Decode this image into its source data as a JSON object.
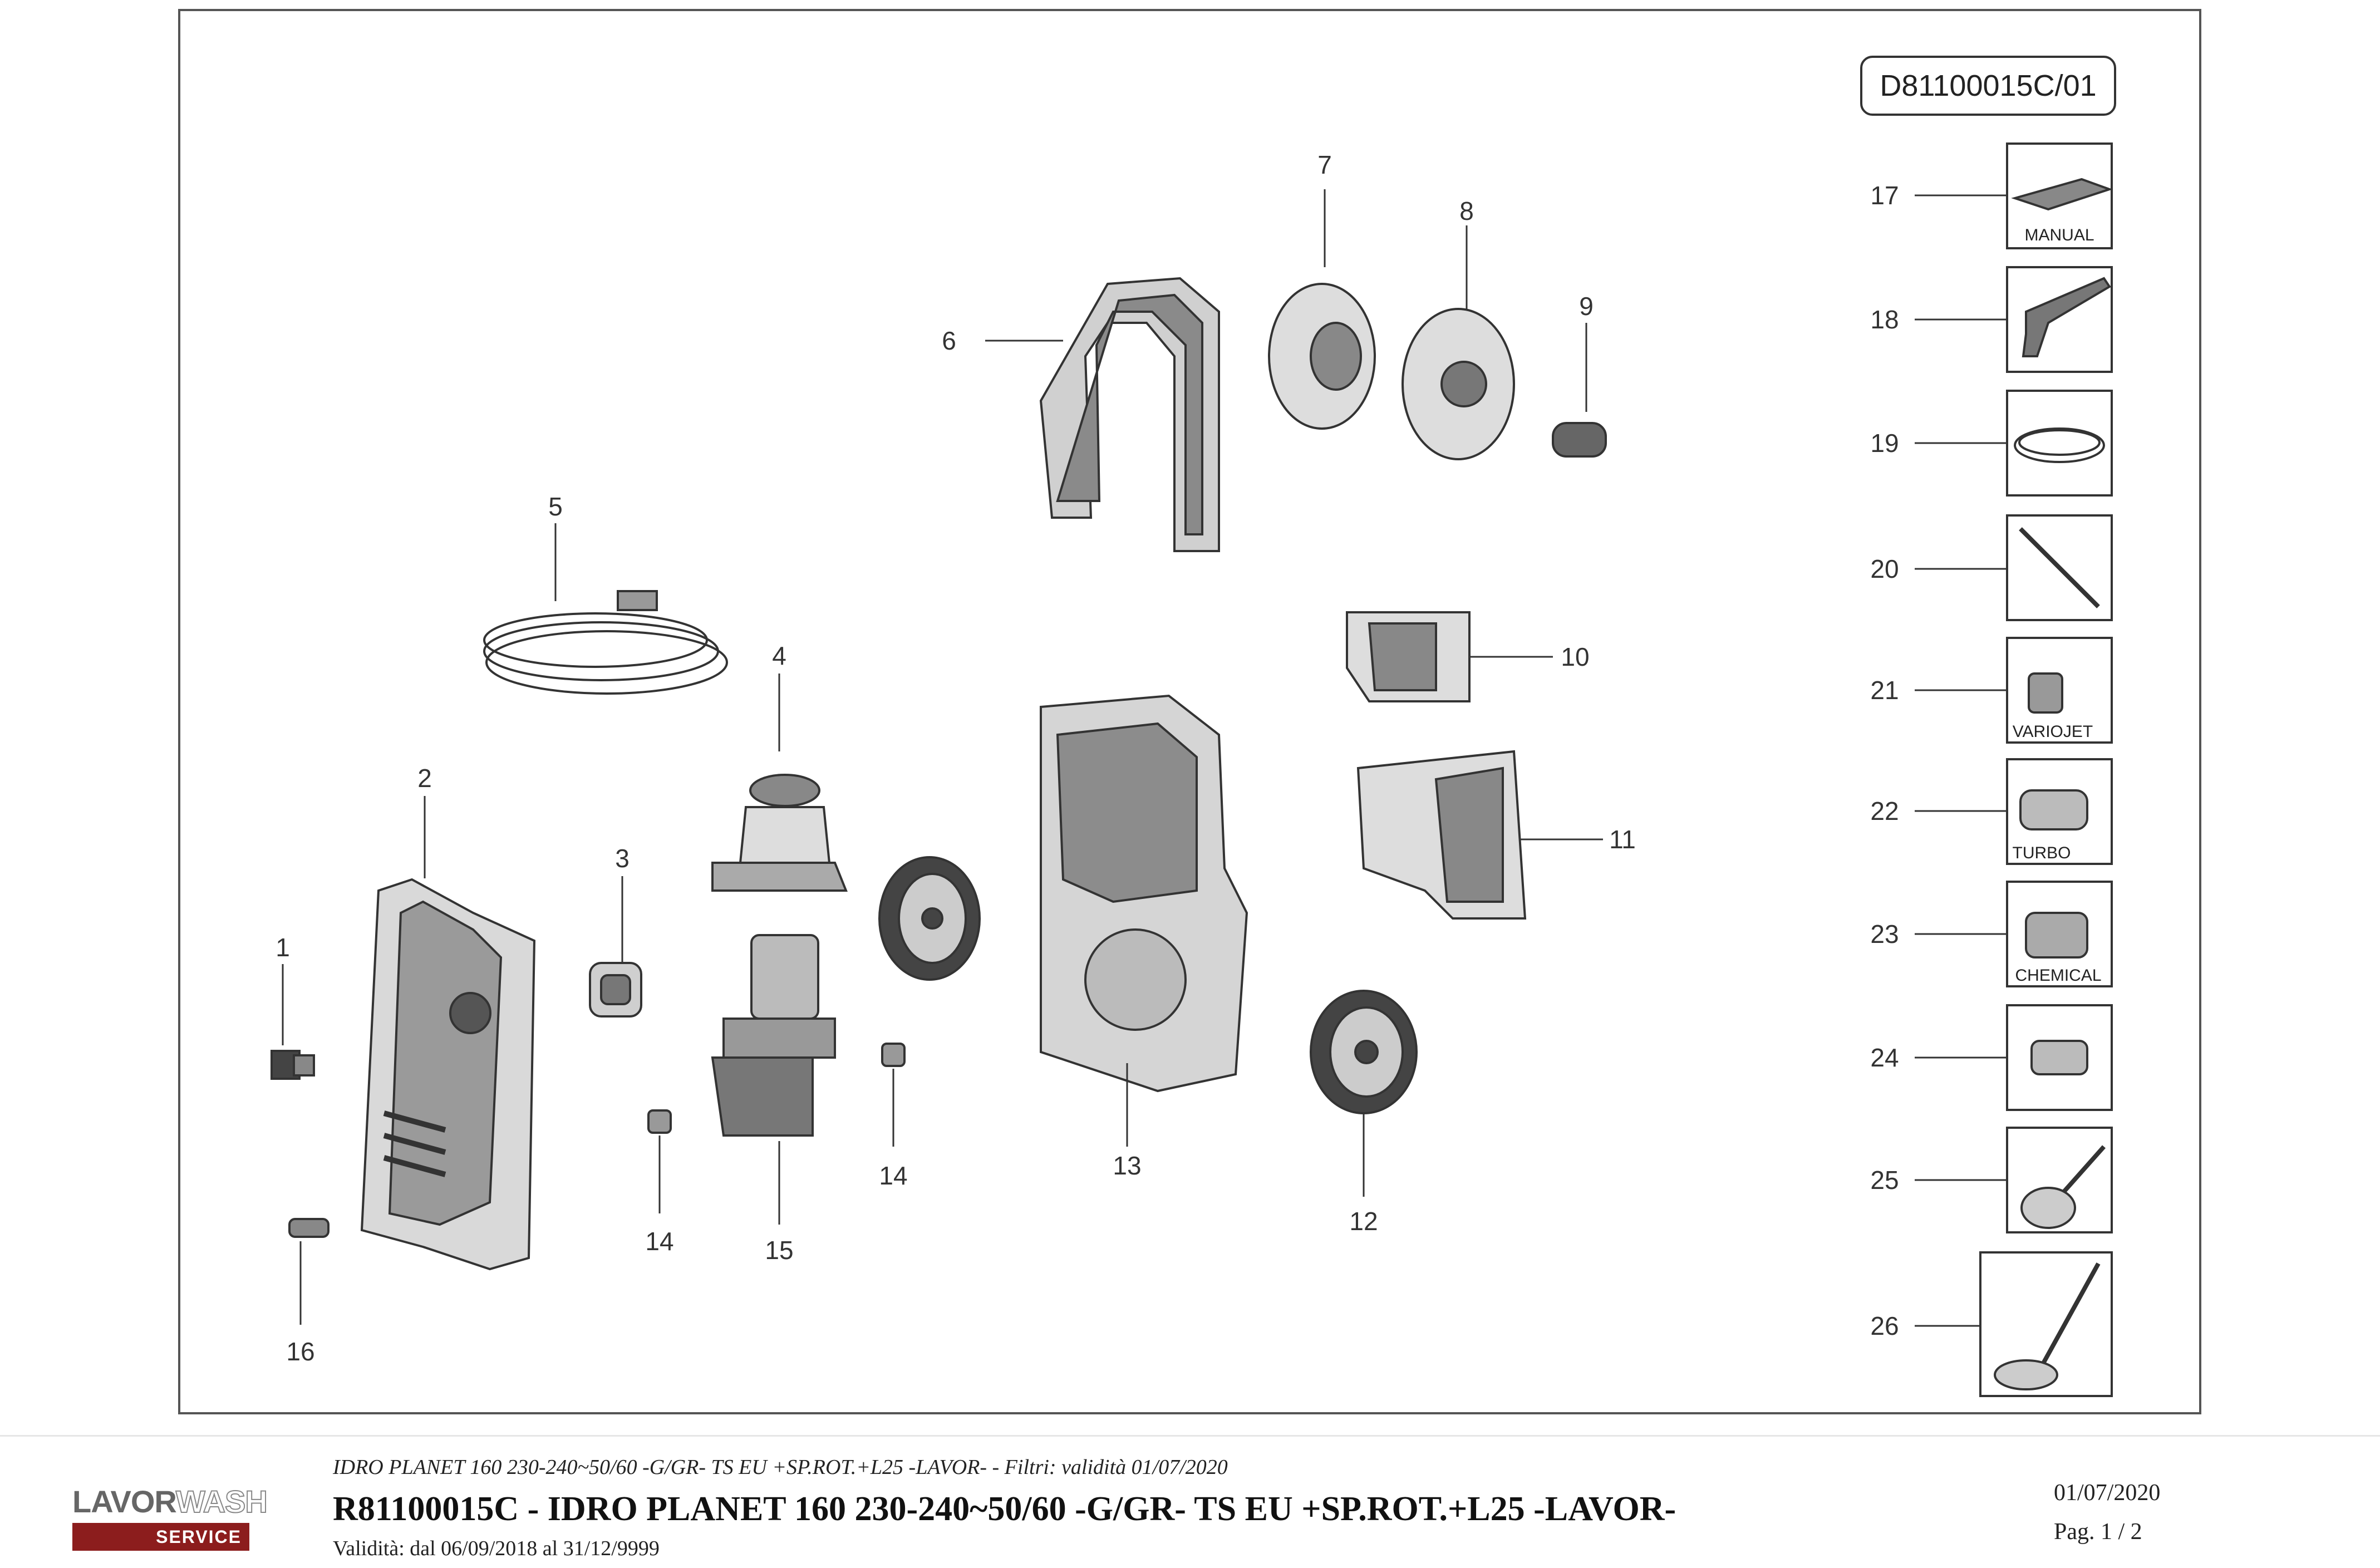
{
  "document": {
    "code": "D81100015C/01"
  },
  "callouts": [
    "1",
    "2",
    "3",
    "4",
    "5",
    "6",
    "7",
    "8",
    "9",
    "10",
    "11",
    "12",
    "13",
    "14",
    "14",
    "15",
    "16",
    "17",
    "18",
    "19",
    "20",
    "21",
    "22",
    "23",
    "24",
    "25",
    "26"
  ],
  "accessory_captions": {
    "manual": "MANUAL",
    "variojet": "VARIOJET",
    "turbo": "TURBO",
    "chemical": "CHEMICAL"
  },
  "footer": {
    "logo_word_1": "LAVOR",
    "logo_word_2": "WASH",
    "logo_bar": "SERVICE",
    "subtitle": "IDRO PLANET 160 230-240~50/60 -G/GR- TS EU +SP.ROT.+L25 -LAVOR- - Filtri: validità 01/07/2020",
    "title": "R81100015C - IDRO PLANET 160 230-240~50/60 -G/GR- TS EU +SP.ROT.+L25 -LAVOR-",
    "validity": "Validità: dal 06/09/2018 al 31/12/9999",
    "date": "01/07/2020",
    "page": "Pag. 1 / 2"
  }
}
